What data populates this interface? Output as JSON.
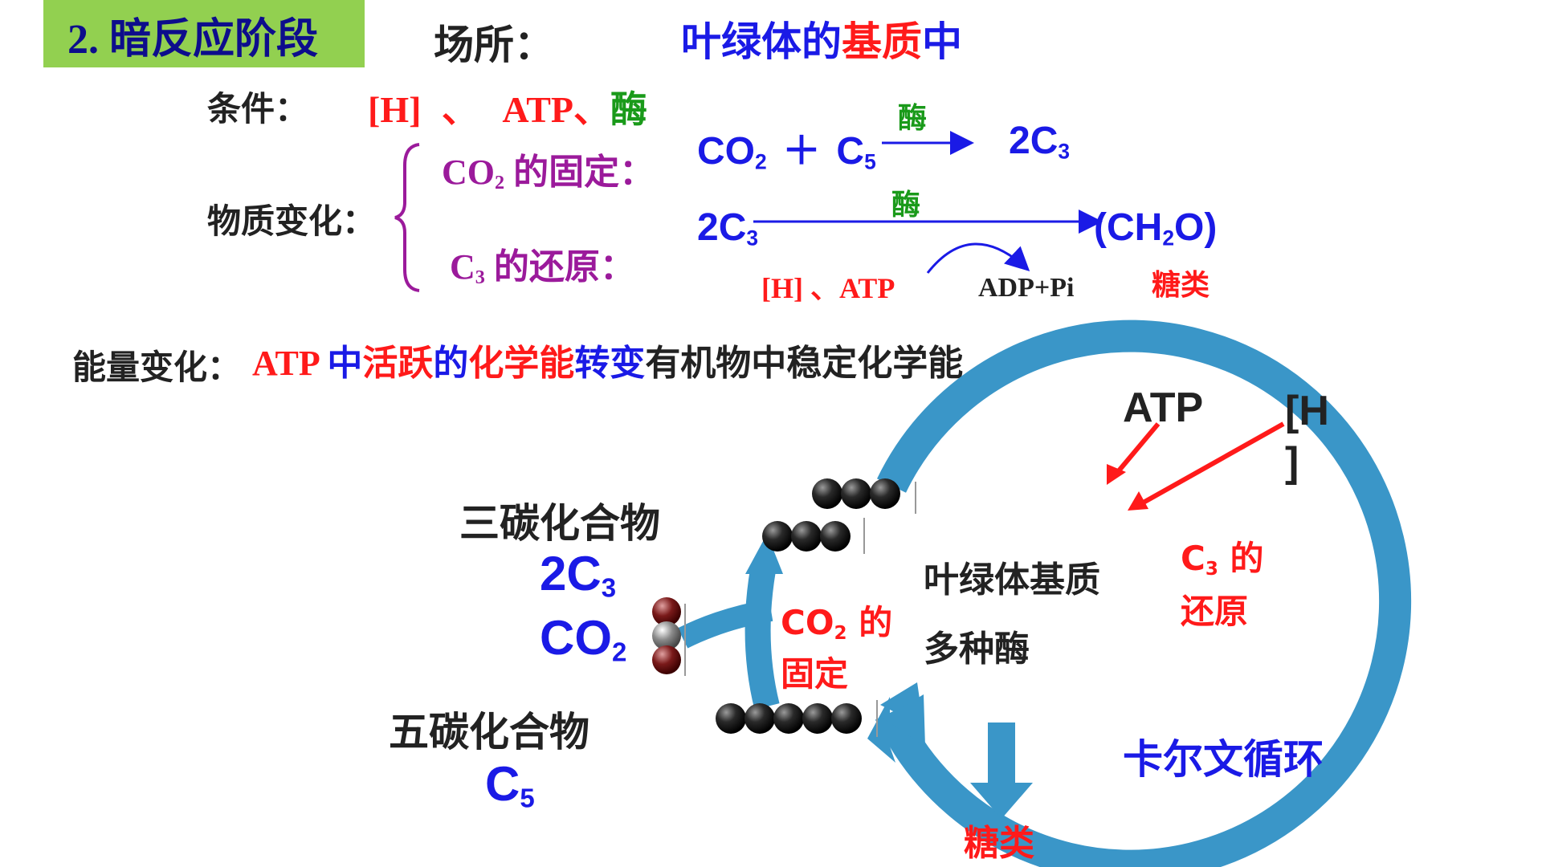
{
  "header": {
    "title": "2. 暗反应阶段",
    "place_label": "场所：",
    "place_pre": "叶绿体的",
    "place_mid": "基质",
    "place_post": "中"
  },
  "conditions": {
    "label": "条件：",
    "h": "[H]",
    "sep1": "、",
    "atp": "ATP",
    "sep2": "、",
    "enzyme": "酶"
  },
  "material": {
    "label": "物质变化：",
    "fixation_co": "CO",
    "fixation_sub": "2",
    "fixation_rest": " 的固定：",
    "reduction_c": "C",
    "reduction_sub": "3",
    "reduction_rest": " 的还原："
  },
  "eq1": {
    "co": "CO",
    "co_sub": "2",
    "plus": "＋",
    "c": "C",
    "c_sub": "5",
    "enzyme": "酶",
    "product": "2C",
    "product_sub": "3"
  },
  "eq2": {
    "reactant": "2C",
    "reactant_sub": "3",
    "enzyme": "酶",
    "product_pre": "(CH",
    "product_sub": "2",
    "product_post": "O)",
    "sugar": "糖类",
    "cofactors": "[H] 、ATP",
    "adp": "ADP+Pi"
  },
  "energy": {
    "label": "能量变化：",
    "p1": "ATP ",
    "p2": "中",
    "p3": "活跃",
    "p4": "的",
    "p5": "化学能",
    "p6": "转变",
    "p7": "有机物中稳定化学能"
  },
  "cycle": {
    "atp": "ATP",
    "h_top": "[H",
    "h_bottom": "]",
    "c3_label": "三碳化合物",
    "c3_formula": "2C",
    "c3_sub": "3",
    "co2_formula": "CO",
    "co2_sub": "2",
    "c5_label": "五碳化合物",
    "c5_formula": "C",
    "c5_sub": "5",
    "center_1": "叶绿体基质",
    "center_2": "多种酶",
    "fix_1_pre": "CO",
    "fix_1_sub": "2",
    "fix_1_post": " 的",
    "fix_2": "固定",
    "red_1_pre": "C",
    "red_1_sub": "3",
    "red_1_post": " 的",
    "red_2": "还原",
    "calvin": "卡尔文循环",
    "sugar": "糖类"
  },
  "colors": {
    "title_bar": "#92d050",
    "cycle_arrow": "#3a96c8",
    "red": "#ff1a1a",
    "blue": "#1a1ae6",
    "green": "#1a9a1a",
    "purple": "#9b1a9b"
  }
}
